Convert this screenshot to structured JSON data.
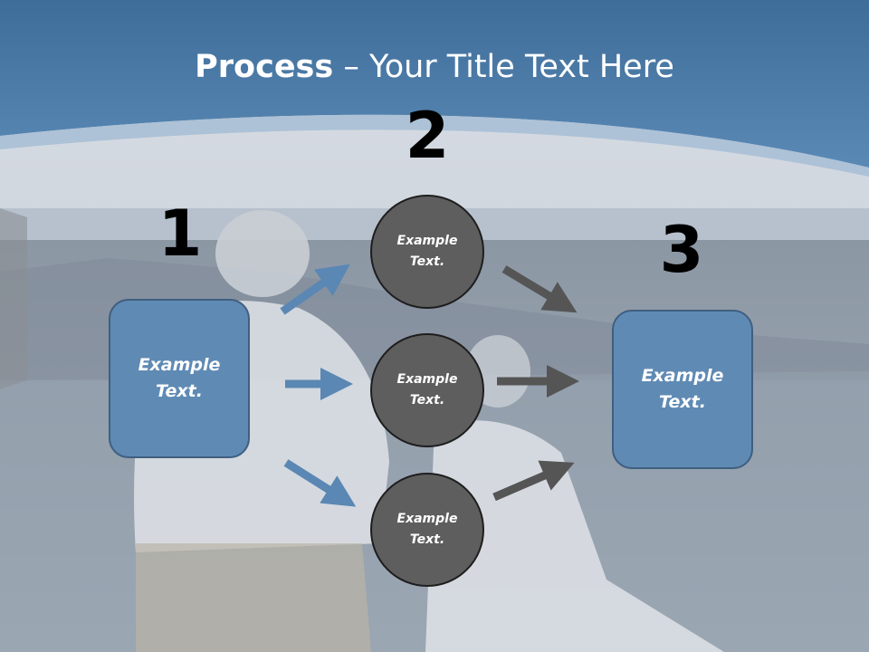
{
  "title": {
    "bold": "Process",
    "rest": " – Your Title Text Here"
  },
  "steps": {
    "one": {
      "number": "1",
      "text": "Example Text."
    },
    "two": {
      "number": "2"
    },
    "three": {
      "number": "3",
      "text": "Example Text."
    }
  },
  "circles": [
    {
      "text": "Example Text."
    },
    {
      "text": "Example Text."
    },
    {
      "text": "Example Text."
    }
  ],
  "colors": {
    "header": "#4a7aa6",
    "box_fill": "#5f8ab4",
    "box_border": "#3f5f80",
    "circle_fill": "#5e5e5e",
    "circle_border": "#1e1e1e",
    "arrow_blue": "#5a87b3",
    "arrow_gray": "#555555"
  }
}
